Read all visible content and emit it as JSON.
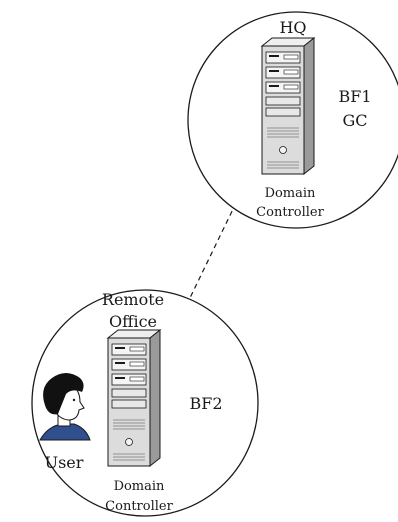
{
  "hq": {
    "title": "HQ",
    "tag_line1": "BF1",
    "tag_line2": "GC",
    "server_label_line1": "Domain",
    "server_label_line2": "Controller"
  },
  "remote": {
    "title_line1": "Remote",
    "title_line2": "Office",
    "tag": "BF2",
    "user_label": "User",
    "server_label_line1": "Domain",
    "server_label_line2": "Controller"
  },
  "colors": {
    "stroke": "#1a1a1a",
    "server_body": "#dcdcdc",
    "server_side": "#9a9a9a",
    "hair": "#111111",
    "collar": "#2f4f8f"
  }
}
